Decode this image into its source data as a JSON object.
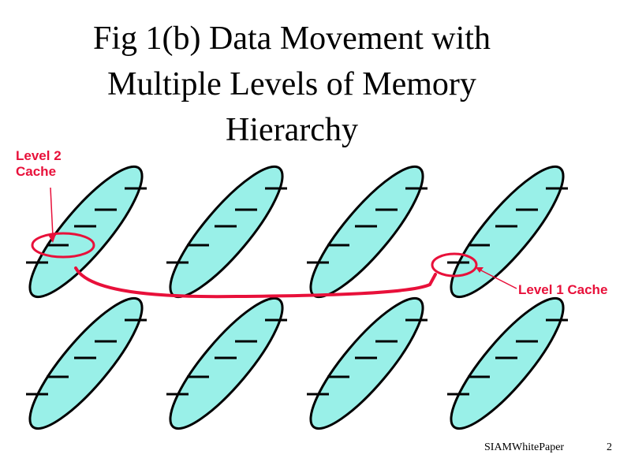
{
  "slide": {
    "title_lines": [
      "Fig 1(b) Data Movement with",
      "Multiple Levels of Memory",
      "Hierarchy"
    ],
    "footer": "SIAMWhitePaper",
    "page_number": "2"
  },
  "labels": {
    "level2_lines": [
      "Level 2",
      "Cache"
    ],
    "level1": "Level 1 Cache"
  },
  "colors": {
    "processor_fill": "#99F0E8",
    "processor_stroke": "#000000",
    "annotation_red": "#E8103A",
    "text": "#000000"
  },
  "diagram": {
    "processor_rows": 2,
    "processors_per_row": 4,
    "memory_levels_per_processor": 5,
    "data_movement": {
      "from": "Level 2 Cache",
      "to": "Level 1 Cache"
    }
  }
}
